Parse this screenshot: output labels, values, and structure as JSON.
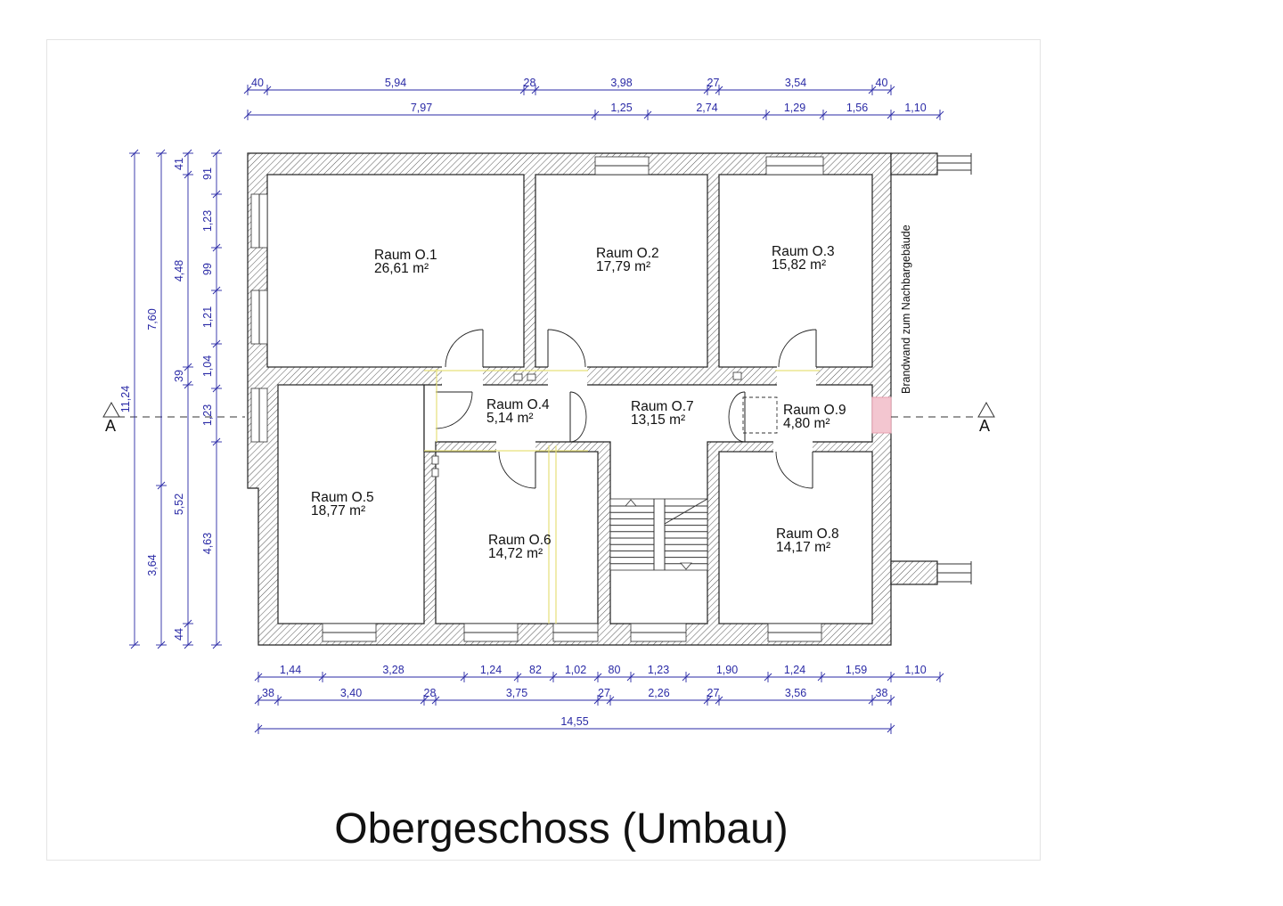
{
  "title": "Obergeschoss (Umbau)",
  "side_label": "Brandwand zum Nachbargebäude",
  "section_marker": "A",
  "colors": {
    "dimension": "#2a2aa6",
    "wall_line": "#222222",
    "firewall_joint": "#e8a0b0"
  },
  "rooms": [
    {
      "id": "o1",
      "name": "Raum O.1",
      "area": "26,61 m²"
    },
    {
      "id": "o2",
      "name": "Raum O.2",
      "area": "17,79 m²"
    },
    {
      "id": "o3",
      "name": "Raum O.3",
      "area": "15,82 m²"
    },
    {
      "id": "o4",
      "name": "Raum O.4",
      "area": "5,14 m²"
    },
    {
      "id": "o5",
      "name": "Raum O.5",
      "area": "18,77 m²"
    },
    {
      "id": "o6",
      "name": "Raum O.6",
      "area": "14,72 m²"
    },
    {
      "id": "o7",
      "name": "Raum O.7",
      "area": "13,15 m²"
    },
    {
      "id": "o8",
      "name": "Raum O.8",
      "area": "14,17 m²"
    },
    {
      "id": "o9",
      "name": "Raum O.9",
      "area": "4,80 m²"
    }
  ],
  "dimensions": {
    "top_outer": [
      "40",
      "5,94",
      "28",
      "3,98",
      "27",
      "3,54",
      "40"
    ],
    "top_inner": [
      "7,97",
      "1,25",
      "2,74",
      "1,29",
      "1,56",
      "1,10"
    ],
    "bottom_1": [
      "1,44",
      "3,28",
      "1,24",
      "82",
      "1,02",
      "80",
      "1,23",
      "1,90",
      "1,24",
      "1,59",
      "1,10"
    ],
    "bottom_2": [
      "38",
      "3,40",
      "28",
      "3,75",
      "27",
      "2,26",
      "27",
      "3,56",
      "38"
    ],
    "bottom_total": "14,55",
    "left_outer": "11,24",
    "left_2": [
      "7,60",
      "3,64"
    ],
    "left_3": [
      "41",
      "4,48",
      "39",
      "5,52",
      "44"
    ],
    "left_4": [
      "91",
      "1,23",
      "99",
      "1,21",
      "1,04",
      "1,23",
      "4,63"
    ]
  }
}
